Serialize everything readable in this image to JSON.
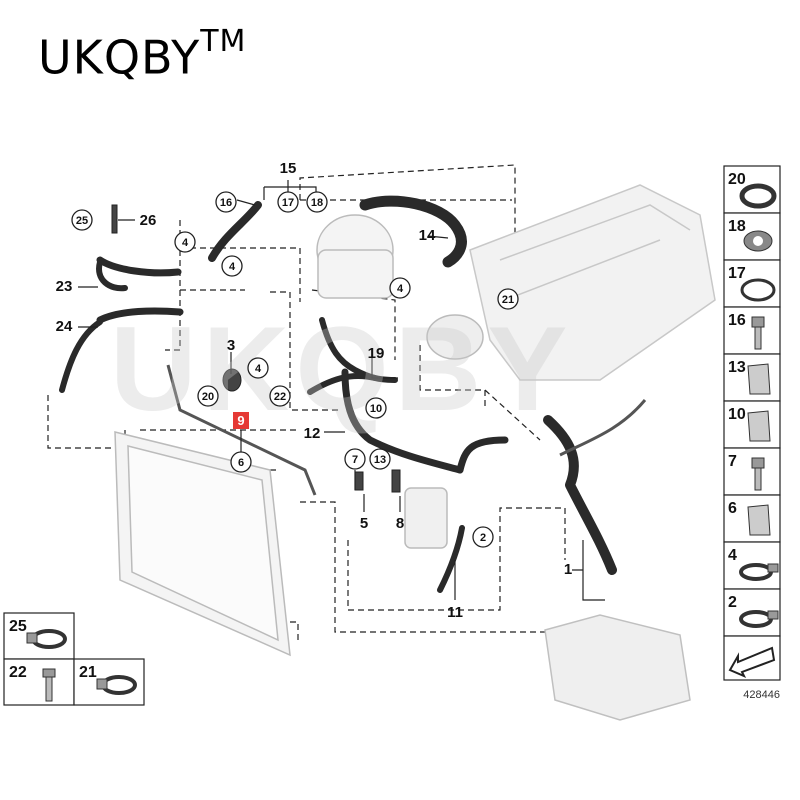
{
  "brand": {
    "name": "UKQBY",
    "mark": "TM"
  },
  "watermark": "UKQBY",
  "diagram_number": "428446",
  "highlight_color": "#e53935",
  "plain_callouts": [
    "15",
    "26",
    "14",
    "23",
    "24",
    "3",
    "19",
    "12",
    "1",
    "5",
    "8",
    "11"
  ],
  "circle_callouts": [
    "16",
    "17",
    "18",
    "25",
    "4",
    "4",
    "4",
    "4",
    "20",
    "21",
    "22",
    "10",
    "6",
    "7",
    "13",
    "2"
  ],
  "highlighted_callout": "9",
  "side_panel": [
    {
      "num": "20",
      "part": "seal-ring"
    },
    {
      "num": "18",
      "part": "gasket"
    },
    {
      "num": "17",
      "part": "o-ring"
    },
    {
      "num": "16",
      "part": "bolt"
    },
    {
      "num": "13",
      "part": "quick-coupling"
    },
    {
      "num": "10",
      "part": "clip"
    },
    {
      "num": "7",
      "part": "expanding-rivet"
    },
    {
      "num": "6",
      "part": "holder"
    },
    {
      "num": "4",
      "part": "hose-clamp"
    },
    {
      "num": "2",
      "part": "hose-clamp"
    }
  ],
  "bottom_panel": [
    {
      "num": "25",
      "part": "hose-clamp"
    },
    {
      "num": "22",
      "part": "bolt"
    },
    {
      "num": "21",
      "part": "hose-clamp"
    }
  ]
}
